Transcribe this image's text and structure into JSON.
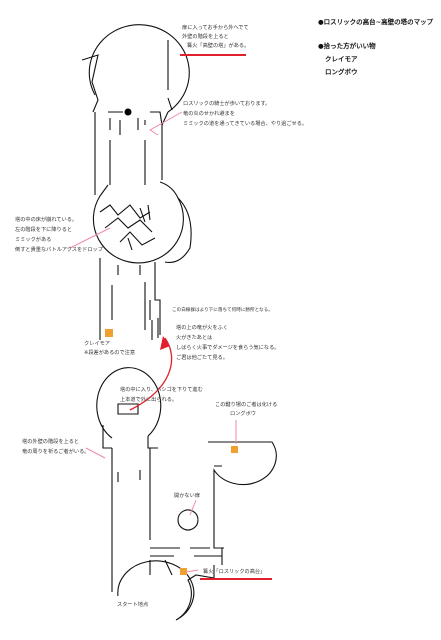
{
  "title": "●ロスリックの高台~高壁の塔のマップ",
  "items": {
    "heading": "●拾った方がいい物",
    "list": [
      "クレイモア",
      "ロングボウ"
    ]
  },
  "notes": {
    "top_tower": [
      "扉に入ってお手から外へでて",
      "外壁の階段を上ると",
      "篝火「高壁の塔」がある。"
    ],
    "knight": [
      "ロスリックの騎士が歩いております。",
      "竜の炎のせかれ避まを",
      "ミミックの道を通ってきている場合、やり過ごせる。"
    ],
    "mid_tower": [
      "塔の中の床が崩れている。",
      "左の階段を下に降りると",
      "ミミックがある",
      "倒すと貴重なバトルアクスをドロップ"
    ],
    "warning": "この白線群はより下に落ちて何時に勝所となる。",
    "dragon": [
      "塔の上の竜が火をふく",
      "火がきたあとは",
      "しばらく火事でダメージを食らう気になる。",
      "ご君は他ごたて見る。"
    ],
    "claymore": [
      "クレイモア",
      "※段差があるので注意"
    ],
    "ladder": [
      "塔の中に入り、ハシゴを下りて進む",
      "上本道で外に出られる。"
    ],
    "wall_stairs": [
      "塔の外壁の階段を上ると",
      "竜の周りを祈るご者がいる。"
    ],
    "longbow": [
      "この鍵り場のご者は化ける",
      "ロングボウ"
    ],
    "door": "開かない扉",
    "bonfire": "篝火「ロスリックの高台」",
    "start": "スタート地点"
  },
  "colors": {
    "accent": "#e0212d",
    "item": "#f0a030",
    "wall": "#111111",
    "arrow": "#f08aa8"
  }
}
